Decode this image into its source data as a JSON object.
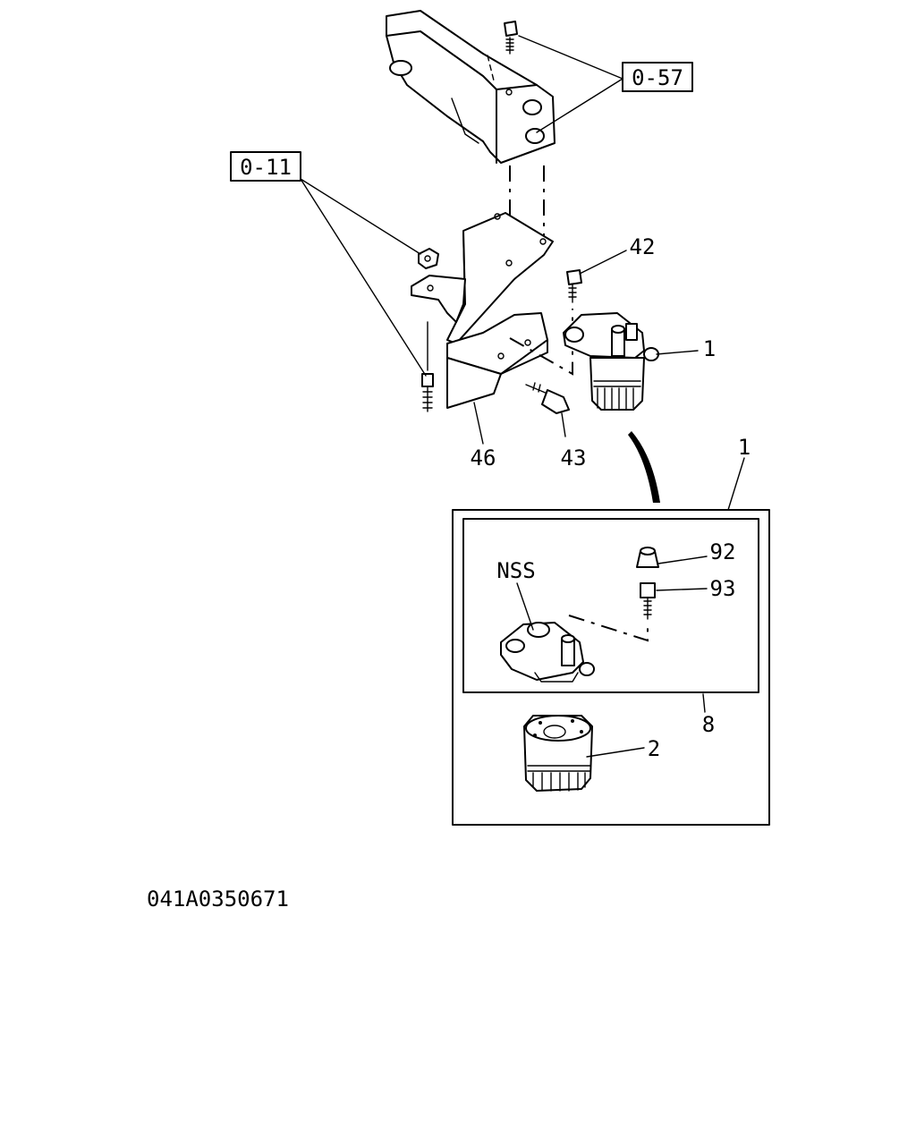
{
  "refs": {
    "ref_057": "0-57",
    "ref_011": "0-11"
  },
  "callouts": {
    "c42": "42",
    "c1_top": "1",
    "c43": "43",
    "c46": "46",
    "c1_kit": "1",
    "c92": "92",
    "c93": "93",
    "nss": "NSS",
    "c8": "8",
    "c2": "2"
  },
  "catalog_code": "041A0350671"
}
